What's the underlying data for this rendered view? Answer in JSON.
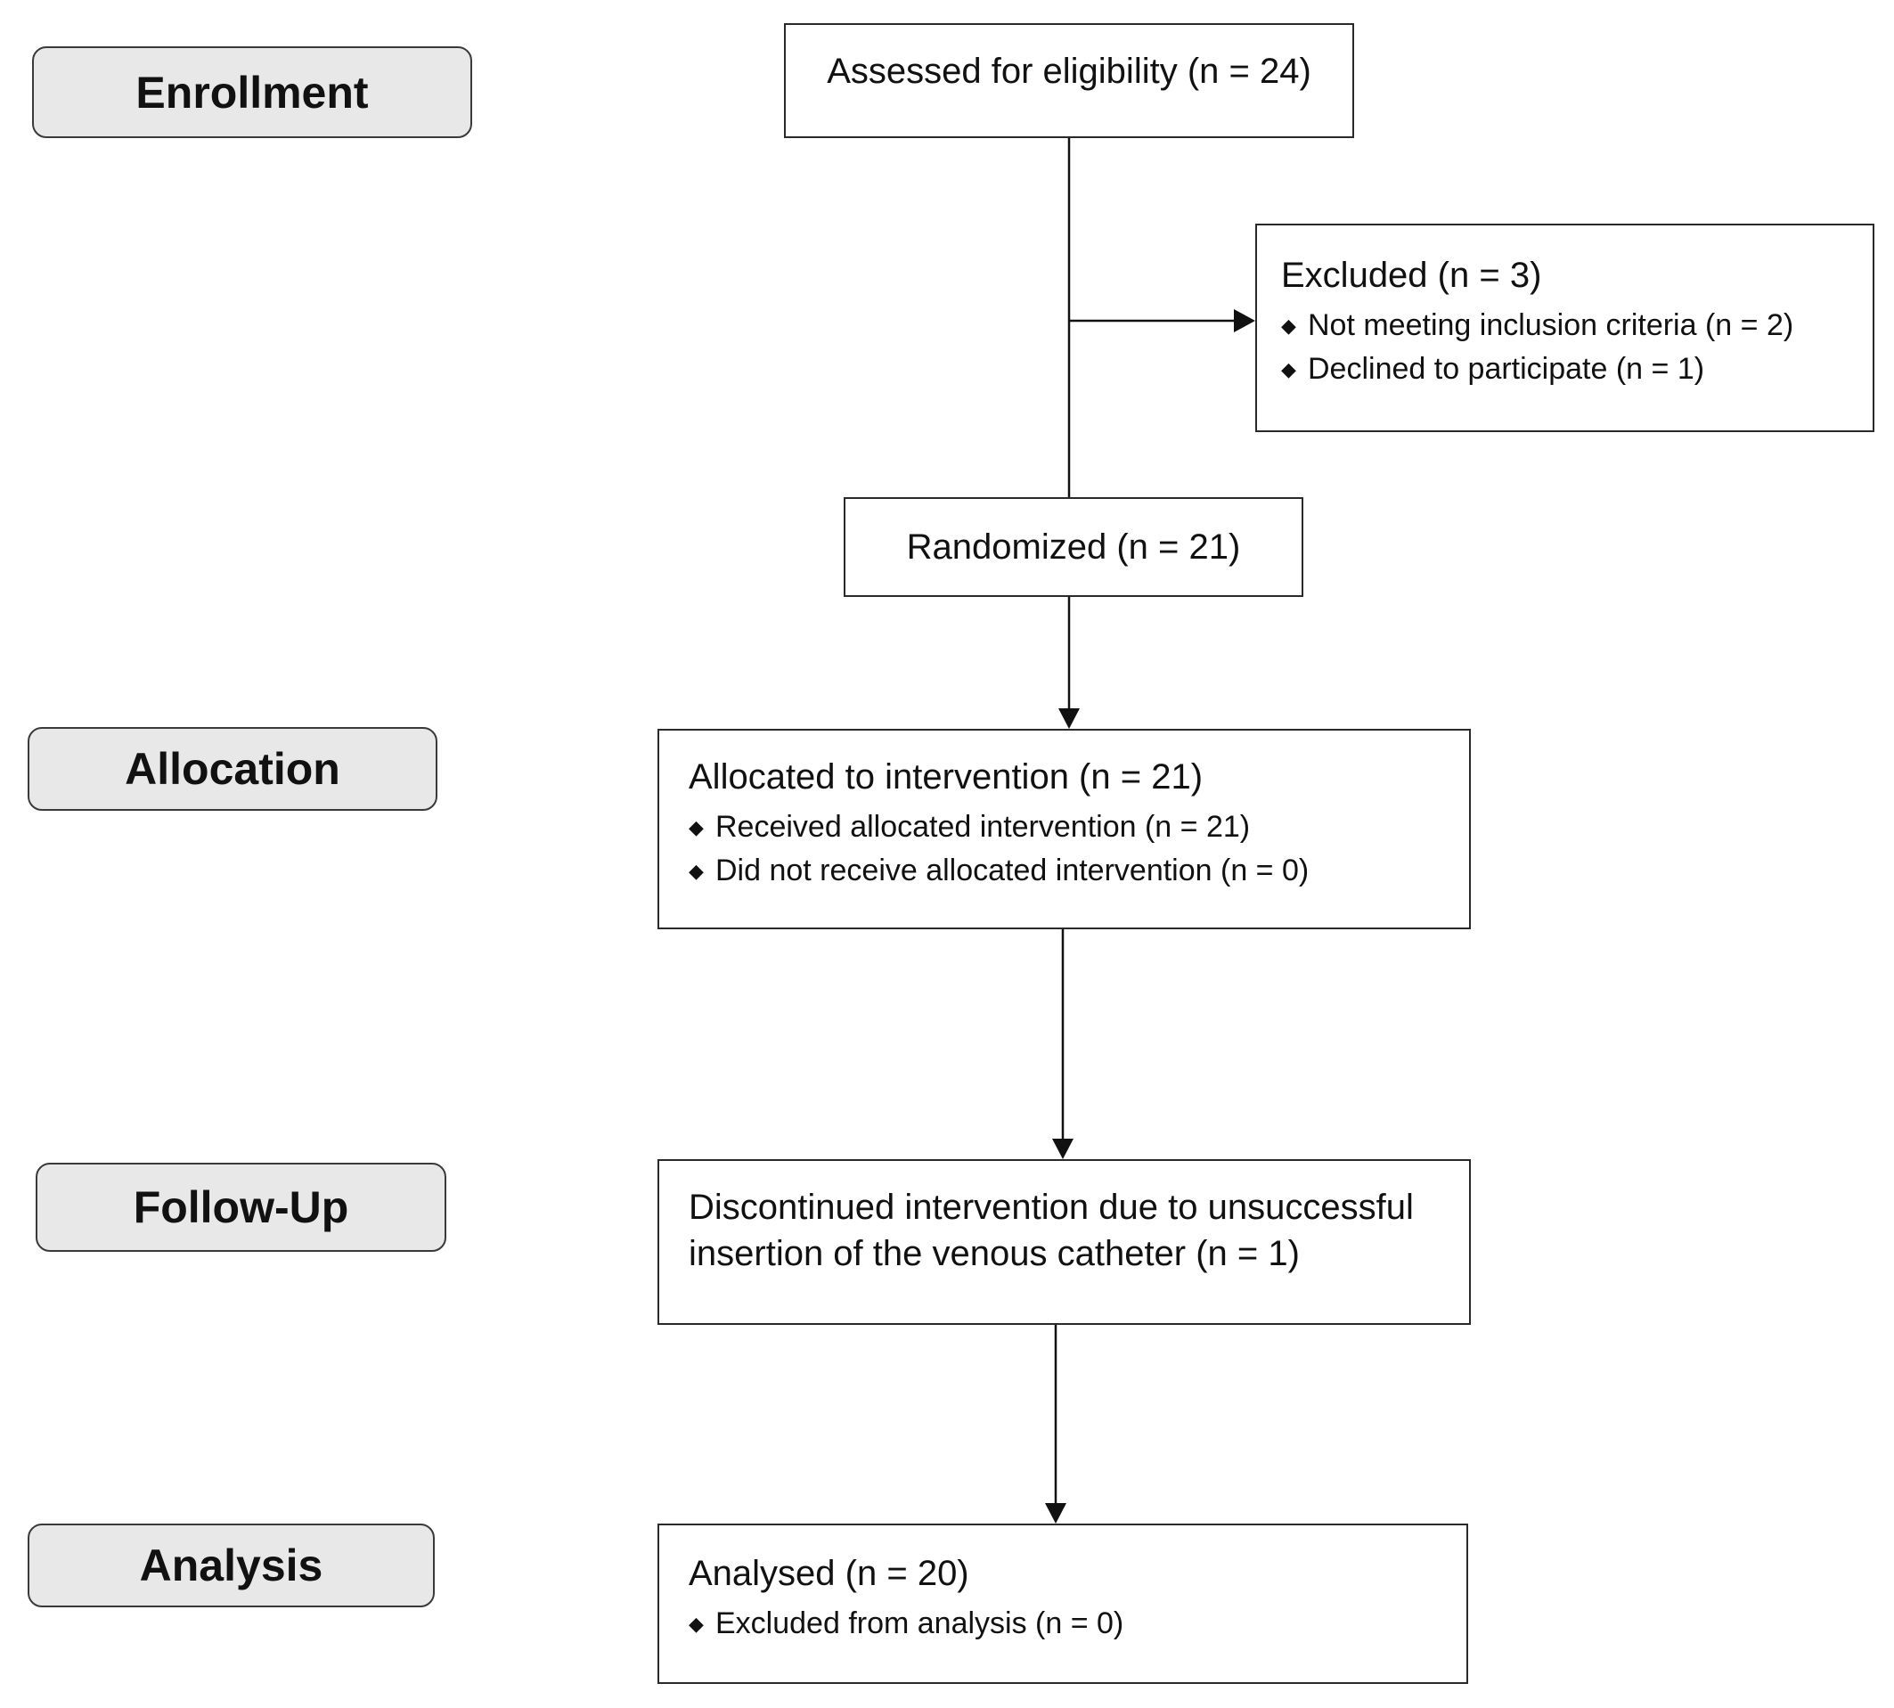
{
  "phases": {
    "enrollment": "Enrollment",
    "allocation": "Allocation",
    "follow_up": "Follow-Up",
    "analysis": "Analysis"
  },
  "assessed": {
    "title": "Assessed for eligibility (n = 24)"
  },
  "excluded": {
    "title": "Excluded (n = 3)",
    "items": [
      "Not meeting inclusion criteria (n = 2)",
      "Declined to participate (n = 1)"
    ]
  },
  "randomized": {
    "title": "Randomized (n = 21)"
  },
  "allocated": {
    "title": "Allocated to intervention (n = 21)",
    "items": [
      "Received allocated intervention (n = 21)",
      "Did not receive allocated intervention (n = 0)"
    ]
  },
  "followup": {
    "line1": "Discontinued intervention due to unsuccessful",
    "line2": "insertion of the venous catheter (n = 1)"
  },
  "analysed": {
    "title": "Analysed (n = 20)",
    "items": [
      "Excluded from analysis (n = 0)"
    ]
  },
  "bullet_glyph": "◆"
}
